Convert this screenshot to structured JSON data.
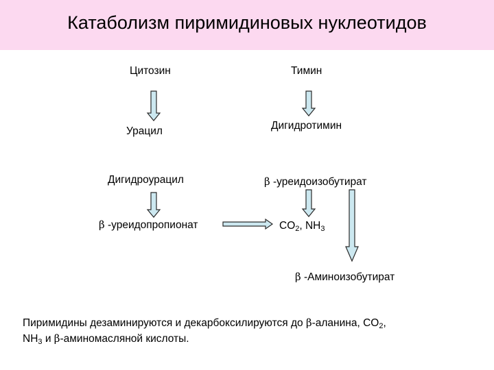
{
  "title": "Катаболизм пиримидиновых нуклеотидов",
  "nodes": {
    "cytosine": "Цитозин",
    "thymine": "Тимин",
    "uracil": "Урацил",
    "dihydrothymine": "Дигидротимин",
    "dihydrouracil": "Дигидроурацил",
    "ureidoisobutyrate_greek": "β",
    "ureidoisobutyrate_text": " -уреидоизобутират",
    "ureidopropionate_greek": "β",
    "ureidopropionate_text": " -уреидопропионат",
    "co2_nh3_a": "CO",
    "co2_nh3_sub1": "2",
    "co2_nh3_b": ", NH",
    "co2_nh3_sub2": "3",
    "aminoisobutyrate_greek": "β",
    "aminoisobutyrate_text": " -Аминоизобутират"
  },
  "caption": {
    "part1": "Пиримидины дезаминируются и декарбоксилируются до ",
    "beta1": "β",
    "part2": "-аланина, CO",
    "sub1": "2",
    "part3": ",",
    "part4": "NH",
    "sub2": "3",
    "part5": " и ",
    "beta2": "β",
    "part6": "-аминомасляной кислоты."
  },
  "colors": {
    "title_background": "#fcd9f0",
    "arrow_fill": "#cce8f0",
    "arrow_stroke": "#2a2a2a"
  }
}
